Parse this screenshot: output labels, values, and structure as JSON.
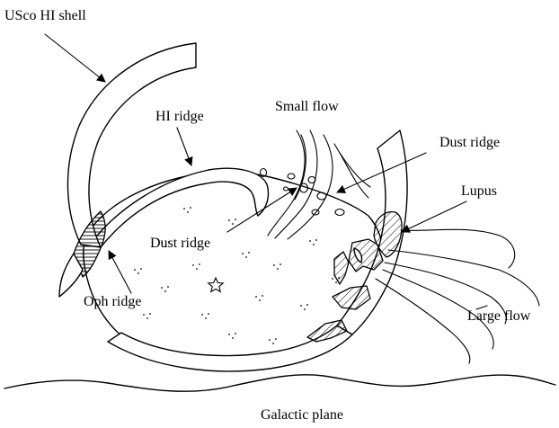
{
  "labels": {
    "usco_shell": "USco HI shell",
    "hi_ridge": "HI ridge",
    "small_flow": "Small flow",
    "dust_ridge_upper": "Dust ridge",
    "lupus": "Lupus",
    "dust_ridge_lower": "Dust ridge",
    "oph_ridge": "Oph ridge",
    "large_flow": "Large flow",
    "galactic_plane": "Galactic plane"
  },
  "colors": {
    "ink": "#000000",
    "background": "#ffffff"
  }
}
